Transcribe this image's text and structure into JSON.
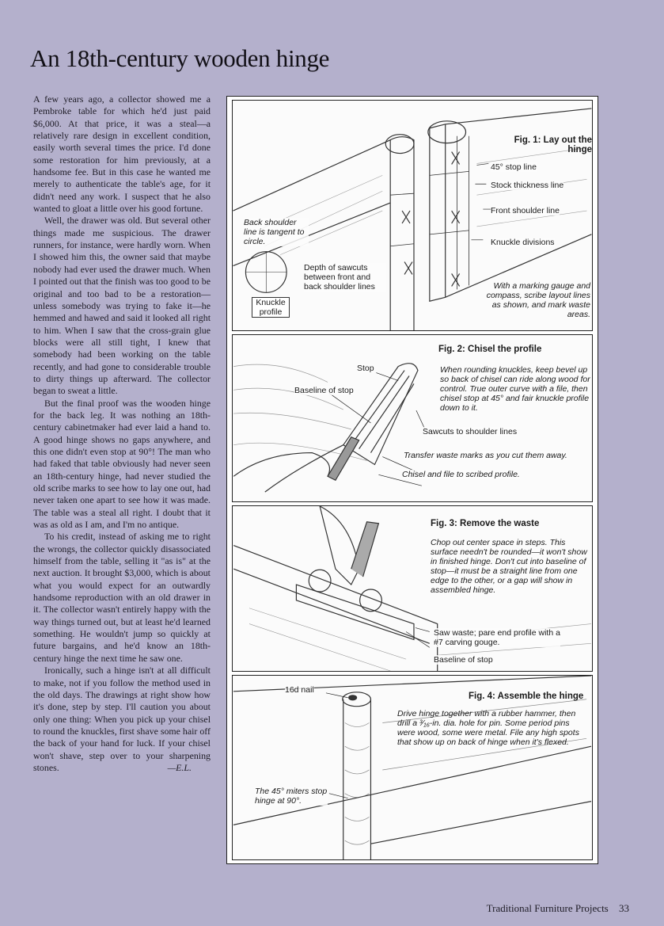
{
  "title": "An 18th-century wooden hinge",
  "article": {
    "paragraphs": [
      "A few years ago, a collector showed me a Pembroke table for which he'd just paid $6,000. At that price, it was a steal—a relatively rare design in excellent condition, easily worth several times the price. I'd done some restoration for him previously, at a handsome fee. But in this case he wanted me merely to authenticate the table's age, for it didn't need any work. I suspect that he also wanted to gloat a little over his good fortune.",
      "Well, the drawer was old. But several other things made me suspicious. The drawer runners, for instance, were hardly worn. When I showed him this, the owner said that maybe nobody had ever used the drawer much. When I pointed out that the finish was too good to be original and too bad to be a restoration—unless somebody was trying to fake it—he hemmed and hawed and said it looked all right to him. When I saw that the cross-grain glue blocks were all still tight, I knew that somebody had been working on the table recently, and had gone to considerable trouble to dirty things up afterward. The collector began to sweat a little.",
      "But the final proof was the wooden hinge for the back leg. It was nothing an 18th-century cabinetmaker had ever laid a hand to. A good hinge shows no gaps anywhere, and this one didn't even stop at 90°! The man who had faked that table obviously had never seen an 18th-century hinge, had never studied the old scribe marks to see how to lay one out, had never taken one apart to see how it was made. The table was a steal all right. I doubt that it was as old as I am, and I'm no antique.",
      "To his credit, instead of asking me to right the wrongs, the collector quickly disassociated himself from the table, selling it \"as is\" at the next auction. It brought $3,000, which is about what you would expect for an outwardly handsome reproduction with an old drawer in it. The collector wasn't entirely happy with the way things turned out, but at least he'd learned something. He wouldn't jump so quickly at future bargains, and he'd know an 18th-century hinge the next time he saw one.",
      "Ironically, such a hinge isn't at all difficult to make, not if you follow the method used in the old days. The drawings at right show how it's done, step by step. I'll caution you about only one thing: When you pick up your chisel to round the knuckles, first shave some hair off the back of your hand for luck. If your chisel won't shave, step over to your sharpening stones."
    ],
    "signature": "—E.L."
  },
  "fig1": {
    "caption": "Fig. 1: Lay out the hinge",
    "labels": {
      "stop_line": "45° stop line",
      "stock_line": "Stock thickness line",
      "front_shoulder": "Front shoulder line",
      "knuckle_div": "Knuckle divisions",
      "back_shoulder": "Back shoulder line is tangent to circle.",
      "sawcut_depth": "Depth of sawcuts between front and back shoulder lines",
      "knuckle_profile": "Knuckle profile",
      "note": "With a marking gauge and compass, scribe layout lines as shown, and mark waste areas."
    }
  },
  "fig2": {
    "caption": "Fig. 2: Chisel the profile",
    "labels": {
      "stop": "Stop",
      "baseline": "Baseline of stop",
      "note": "When rounding knuckles, keep bevel up so back of chisel can ride along wood for control. True outer curve with a file, then chisel stop at 45° and fair knuckle profile down to it.",
      "sawcuts": "Sawcuts to shoulder lines",
      "transfer": "Transfer waste marks as you cut them away.",
      "chisel_file": "Chisel and file to scribed profile."
    }
  },
  "fig3": {
    "caption": "Fig. 3: Remove the waste",
    "labels": {
      "note": "Chop out center space in steps. This surface needn't be rounded—it won't show in finished hinge. Don't cut into baseline of stop—it must be a straight line from one edge to the other, or a gap will show in assembled hinge.",
      "saw_waste": "Saw waste; pare end profile with a #7 carving gouge.",
      "baseline": "Baseline of stop"
    }
  },
  "fig4": {
    "caption": "Fig. 4: Assemble the hinge",
    "labels": {
      "nail": "16d nail",
      "note": "Drive hinge together with a rubber hammer, then drill a ³⁄₁₆-in. dia. hole for pin. Some period pins were wood, some were metal. File any high spots that show up on back of hinge when it's flexed.",
      "miters": "The 45° miters stop hinge at 90°."
    }
  },
  "footer": {
    "book_title": "Traditional Furniture Projects",
    "page_number": "33"
  }
}
